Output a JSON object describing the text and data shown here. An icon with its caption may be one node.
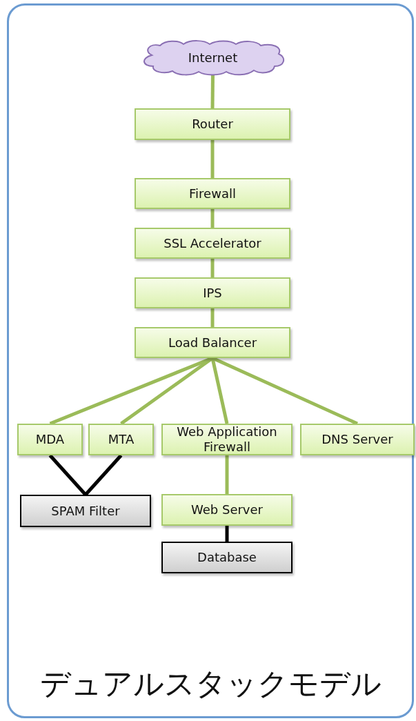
{
  "diagram": {
    "nodes": [
      {
        "text": [
          "デュアルスタックモデル"
        ]
      },
      {
        "text": [
          "Internet"
        ],
        "in": 0
      },
      {
        "text": [
          "Router"
        ],
        "in": 0
      },
      {
        "text": [
          "Firewall"
        ],
        "in": 0
      },
      {
        "text": [
          "SSL Accelerator"
        ],
        "in": 0
      },
      {
        "text": [
          "IPS"
        ],
        "in": 0
      },
      {
        "text": [
          "Load Balancer"
        ],
        "in": 0
      },
      {
        "text": [
          "MDA"
        ],
        "in": 0
      },
      {
        "text": [
          "MTA"
        ],
        "in": 0
      },
      {
        "text": [
          "Web Application Firewall"
        ],
        "in": 0
      },
      {
        "text": [
          "DNS Server"
        ],
        "in": 0
      },
      {
        "text": [
          "SPAM Filter"
        ],
        "in": 0
      },
      {
        "text": [
          "Web Server"
        ],
        "in": 0
      },
      {
        "text": [
          "Database"
        ],
        "in": 0
      }
    ],
    "edges": [
      {
        "from": 1,
        "to": 2,
        "arrow": "none"
      },
      {
        "from": 2,
        "to": 3,
        "arrow": "none"
      },
      {
        "from": 3,
        "to": 4,
        "arrow": "none"
      },
      {
        "from": 4,
        "to": 5,
        "arrow": "none"
      },
      {
        "from": 5,
        "to": 6,
        "arrow": "none"
      },
      {
        "from": 6,
        "to": 7,
        "arrow": "none"
      },
      {
        "from": 6,
        "to": 8,
        "arrow": "none"
      },
      {
        "from": 6,
        "to": 9,
        "arrow": "none"
      },
      {
        "from": 6,
        "to": 10,
        "arrow": "none"
      },
      {
        "from": 7,
        "to": 11,
        "arrow": "none",
        "color": "#000000"
      },
      {
        "from": 8,
        "to": 11,
        "arrow": "none",
        "color": "#000000"
      },
      {
        "from": 9,
        "to": 12,
        "arrow": "none"
      },
      {
        "from": 12,
        "to": 13,
        "arrow": "none",
        "color": "#000000"
      }
    ]
  }
}
